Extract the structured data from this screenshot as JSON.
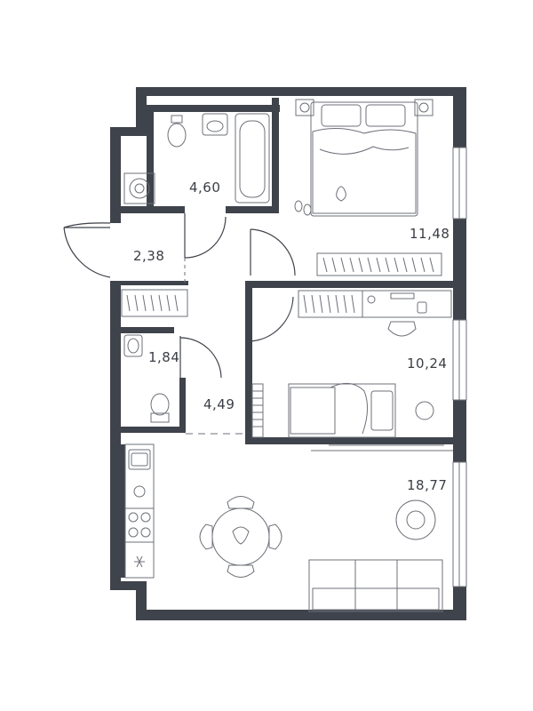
{
  "plan": {
    "colors": {
      "wall": "#3f434b",
      "line": "#6d7079",
      "background": "#ffffff"
    },
    "rooms": [
      {
        "id": "bathroom",
        "area": "4,60"
      },
      {
        "id": "hall",
        "area": "2,38"
      },
      {
        "id": "bedroom-1",
        "area": "11,48"
      },
      {
        "id": "toilet",
        "area": "1,84"
      },
      {
        "id": "corridor",
        "area": "4,49"
      },
      {
        "id": "bedroom-2",
        "area": "10,24"
      },
      {
        "id": "kitchen-living",
        "area": "18,77"
      }
    ]
  }
}
